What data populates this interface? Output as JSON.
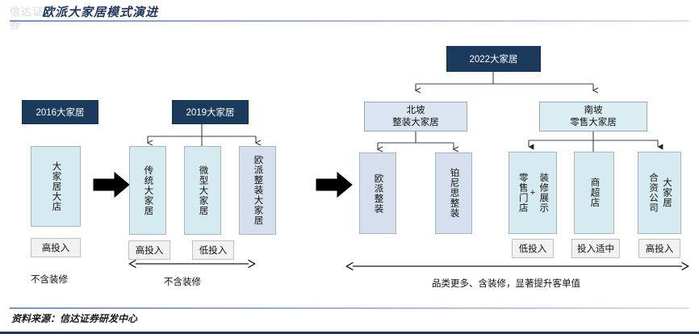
{
  "header": {
    "watermark": "信达证券",
    "title": "欧派大家居模式演进",
    "rule_color": "#7d93b5"
  },
  "footer": {
    "source": "资料来源：信达证券研发中心"
  },
  "colors": {
    "navy": "#1b3a5c",
    "north_fill": "#dbe5f1",
    "south_fill": "#dbeef2",
    "cyan_fill": "#d6ebf1",
    "steel_fill": "#d5dfee",
    "chip_fill": "#f2f2f2",
    "connector": "#404040",
    "arrow_black": "#000000"
  },
  "stages": {
    "s2016": {
      "header": "2016大家居",
      "leaves": [
        {
          "label": "大家居大店",
          "fill": "cyan",
          "chip": "高投入"
        }
      ],
      "caption": "不含装修"
    },
    "s2019": {
      "header": "2019大家居",
      "leaves": [
        {
          "label": "传统大家居",
          "fill": "cyan",
          "chip": "高投入"
        },
        {
          "label": "微型大家居",
          "fill": "cyan",
          "chip": "低投入"
        },
        {
          "label": "欧派整装大家居",
          "fill": "steel",
          "chip": ""
        }
      ],
      "caption": "不含装修"
    },
    "s2022": {
      "header": "2022大家居",
      "branches": [
        {
          "name": "北坡",
          "subtitle": "整装大家居",
          "fill": "north",
          "leaves": [
            {
              "label": "欧派整装",
              "fill": "steel",
              "chip": ""
            },
            {
              "label": "铂尼思整装",
              "fill": "steel",
              "chip": ""
            }
          ]
        },
        {
          "name": "南坡",
          "subtitle": "零售大家居",
          "fill": "south",
          "leaves": [
            {
              "label_a": "零售门店",
              "plus": "+",
              "label_b": "装修展示",
              "fill": "cyan",
              "chip": "低投入"
            },
            {
              "label": "商超店",
              "fill": "cyan",
              "chip": "投入适中"
            },
            {
              "label_a": "合资公司",
              "label_b": "大家居",
              "fill": "cyan",
              "chip": "高投入"
            }
          ]
        }
      ],
      "caption": "品类更多、含装修，显著提升客单值"
    }
  },
  "icons": {
    "flow_arrow_1": "right-arrow-icon",
    "flow_arrow_2": "right-arrow-icon",
    "span_arrow_2019": "double-arrow-icon",
    "span_arrow_2022": "double-arrow-icon"
  }
}
